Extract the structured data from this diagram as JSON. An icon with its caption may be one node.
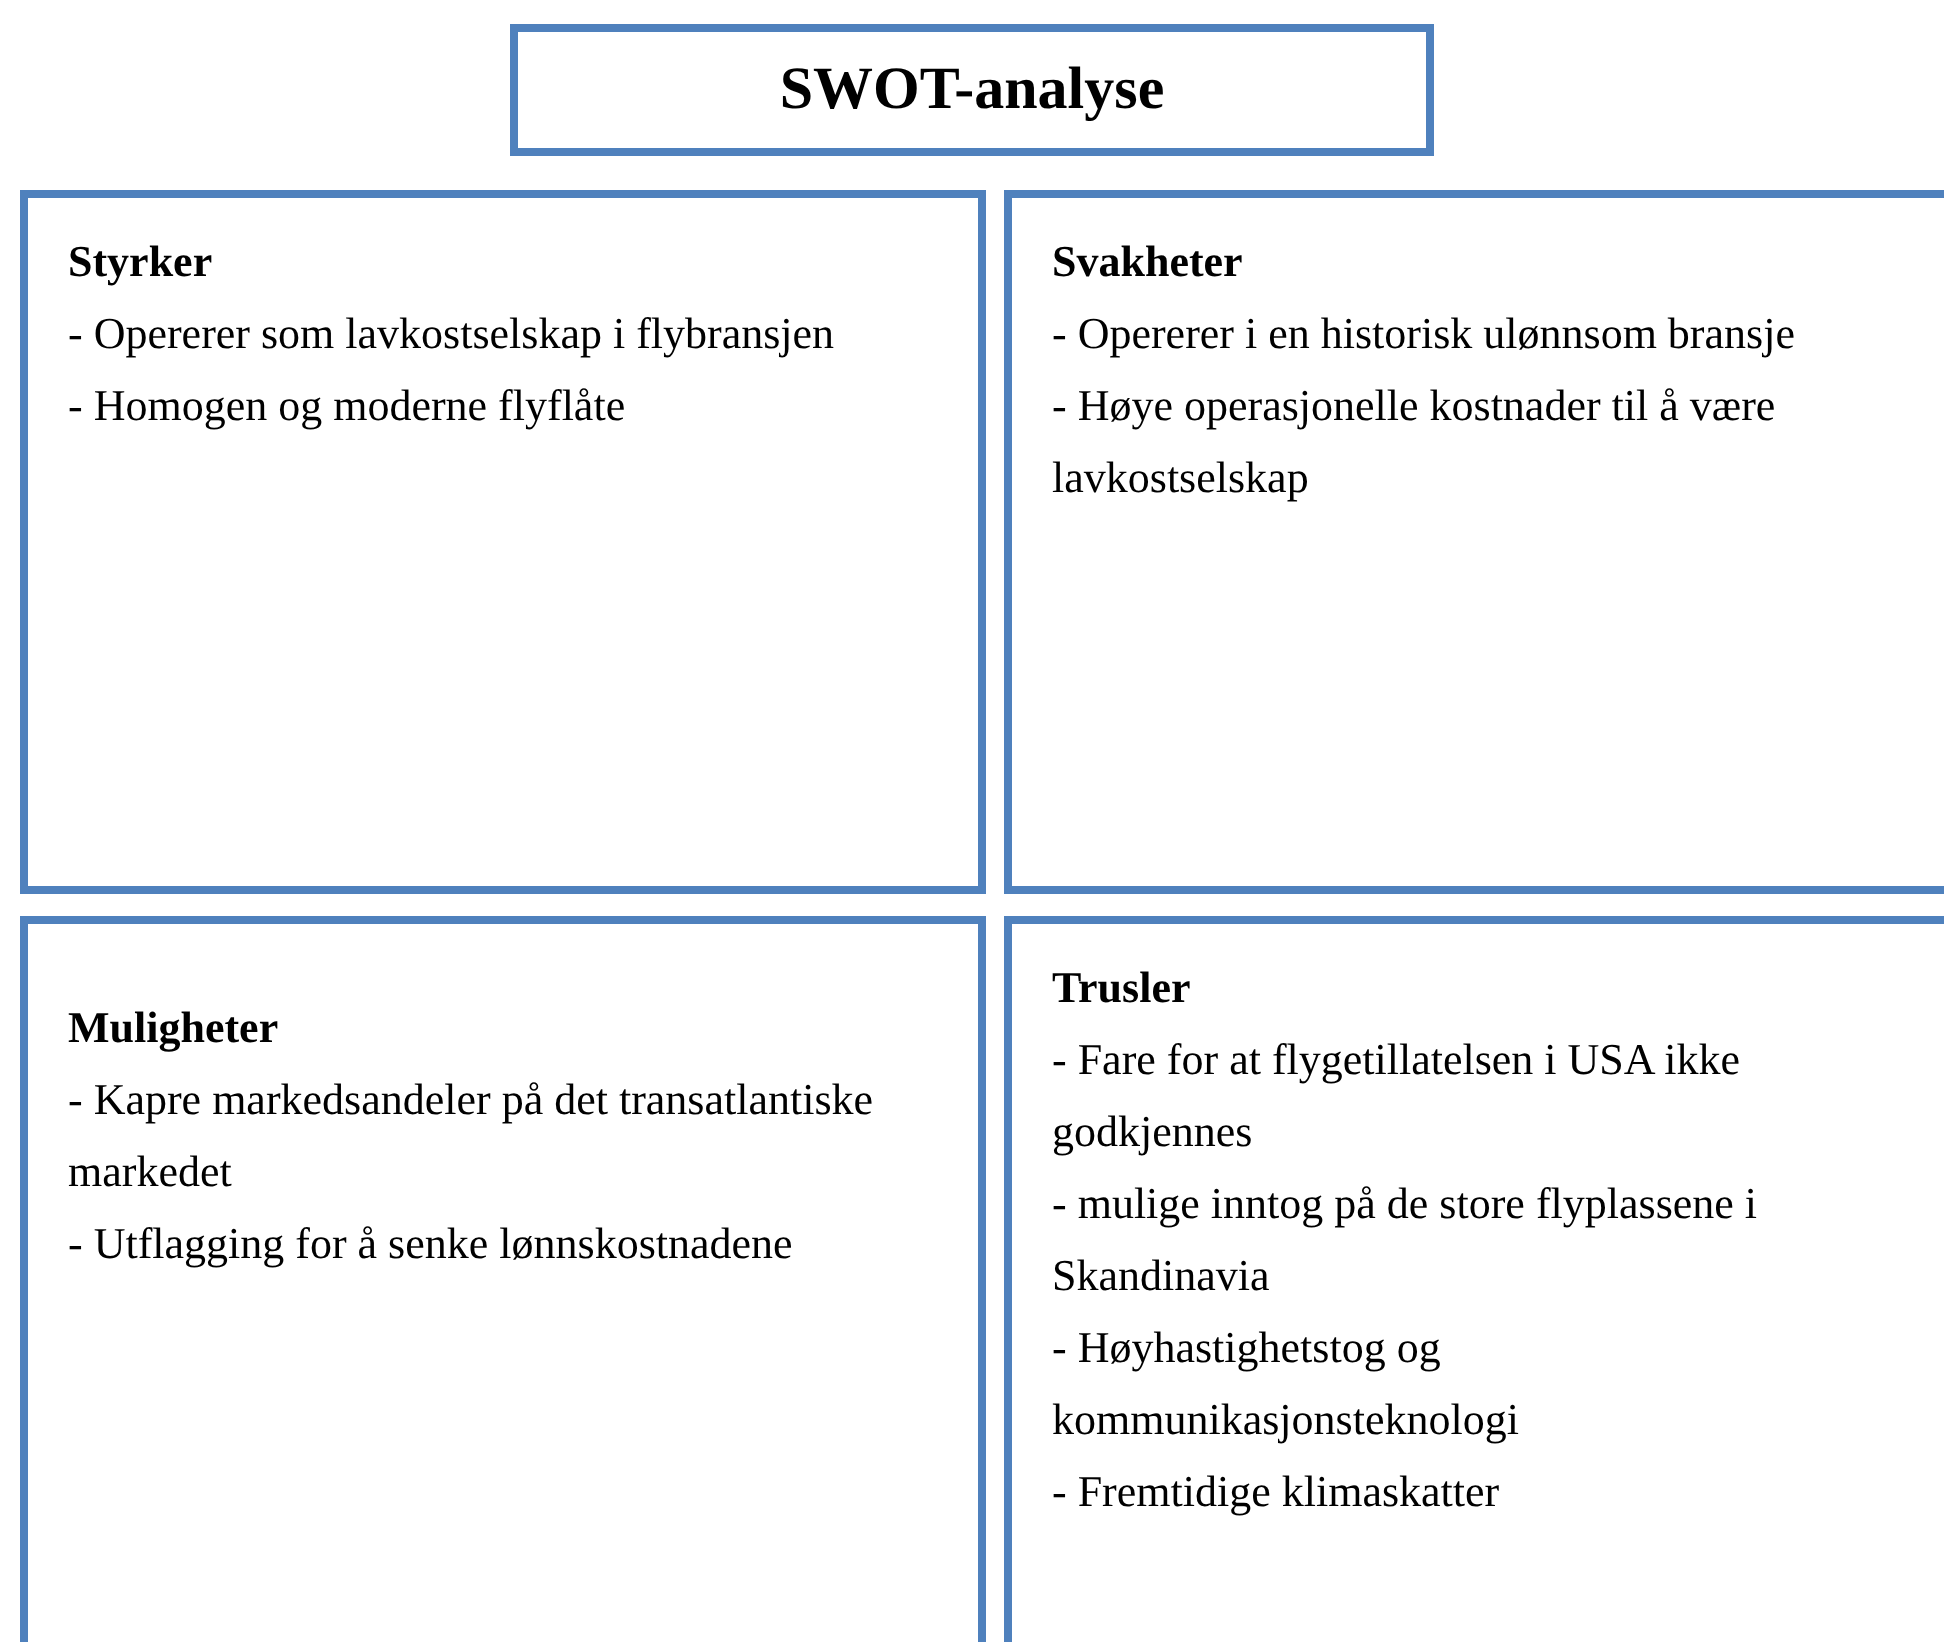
{
  "diagram": {
    "nodes": [
      {
        "text": [
          "SWOT-analyse"
        ]
      },
      {
        "text": [
          "Styrker",
          "- Opererer som lavkostselskap i flybransjen",
          "- Homogen og moderne flyflåte"
        ]
      },
      {
        "text": [
          "Svakheter",
          "- Opererer i en historisk ulønnsom bransje",
          "- Høye operasjonelle kostnader til å være lavkostselskap"
        ]
      },
      {
        "text": [
          "Muligheter",
          "- Kapre markedsandeler på det transatlantiske markedet",
          "- Utflagging for å senke lønnskostnadene"
        ]
      },
      {
        "text": [
          "Trusler",
          "- Fare for at flygetillatelsen i USA ikke godkjennes",
          "- mulige inntog på de store flyplassene i Skandinavia",
          "- Høyhastighetstog og kommunikasjonsteknologi",
          "- Fremtidige klimaskatter"
        ]
      }
    ]
  }
}
